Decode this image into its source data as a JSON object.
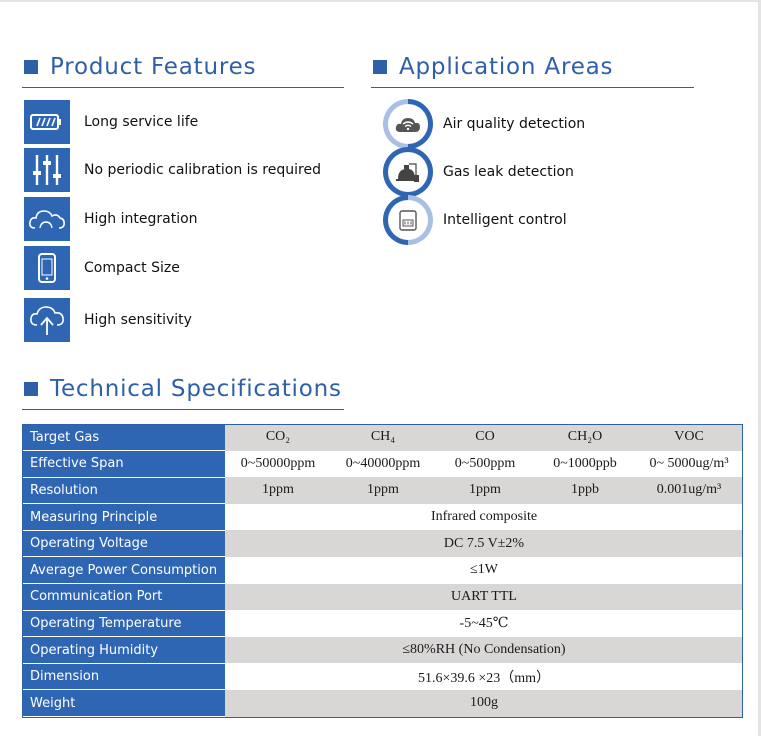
{
  "features": {
    "title": "Product Features",
    "items": [
      {
        "label": "Long service life",
        "icon": "battery-icon"
      },
      {
        "label": "No periodic calibration is required",
        "icon": "sliders-icon"
      },
      {
        "label": "High integration",
        "icon": "cloud-icon"
      },
      {
        "label": "Compact Size",
        "icon": "phone-icon"
      },
      {
        "label": "High sensitivity",
        "icon": "cloud-upload-icon"
      }
    ]
  },
  "applications": {
    "title": "Application Areas",
    "items": [
      {
        "label": "Air quality detection",
        "icon": "cloud-wifi-icon"
      },
      {
        "label": "Gas leak detection",
        "icon": "gas-tank-icon"
      },
      {
        "label": "Intelligent control",
        "icon": "controller-icon"
      }
    ]
  },
  "specs": {
    "title": "Technical Specifications",
    "target_gas": {
      "label": "Target Gas",
      "values": [
        "CO₂",
        "CH₄",
        "CO",
        "CH₂O",
        "VOC"
      ]
    },
    "effective_span": {
      "label": "Effective Span",
      "values": [
        "0~50000ppm",
        "0~40000ppm",
        "0~500ppm",
        "0~1000ppb",
        "0~ 5000ug/m³"
      ]
    },
    "resolution": {
      "label": "Resolution",
      "values": [
        "1ppm",
        "1ppm",
        "1ppm",
        "1ppb",
        "0.001ug/m³"
      ]
    },
    "rows": [
      {
        "label": "Measuring Principle",
        "value": "Infrared composite"
      },
      {
        "label": "Operating Voltage",
        "value": "DC 7.5 V±2%"
      },
      {
        "label": "Average Power Consumption",
        "value": "≤1W"
      },
      {
        "label": "Communication Port",
        "value": "UART TTL"
      },
      {
        "label": "Operating Temperature",
        "value": "-5~45℃"
      },
      {
        "label": "Operating Humidity",
        "value": "≤80%RH (No Condensation)"
      },
      {
        "label": "Dimension",
        "value": "51.6×39.6 ×23（mm）"
      },
      {
        "label": "Weight",
        "value": "100g"
      }
    ]
  },
  "colors": {
    "accent": "#2f5fa7",
    "icon_bg": "#2f66b3",
    "row_gray": "#d9d6d6"
  }
}
